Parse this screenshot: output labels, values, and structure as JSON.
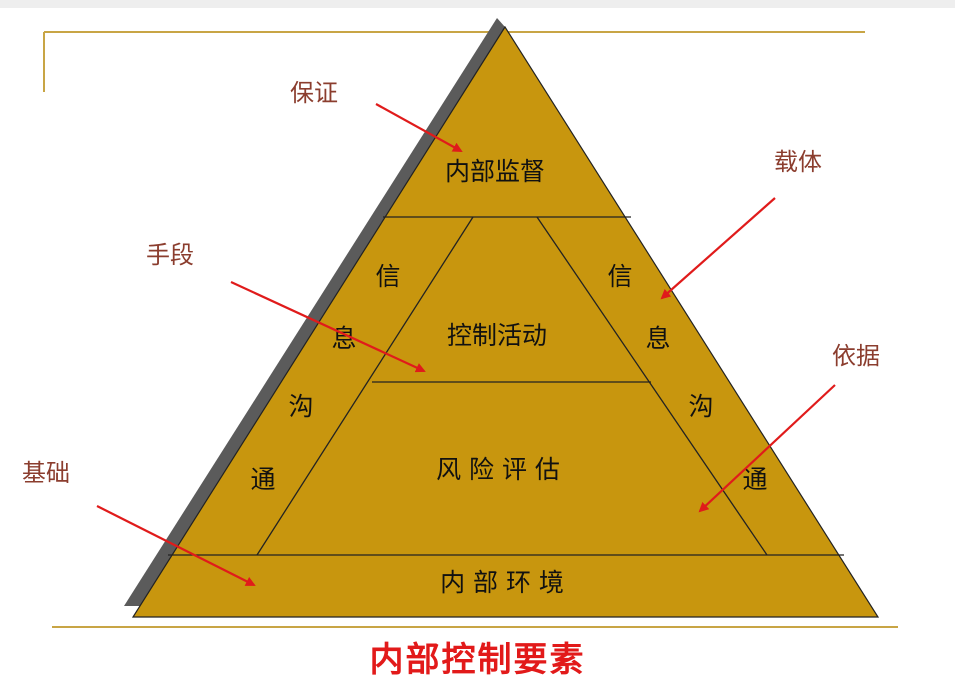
{
  "diagram": {
    "apex_label": "内部监督",
    "center_label": "控制活动",
    "middle_label": "风 险 评 估",
    "base_label": "内 部 环 境",
    "side_left": [
      "信",
      "息",
      "沟",
      "通"
    ],
    "side_right": [
      "信",
      "息",
      "沟",
      "通"
    ]
  },
  "annotations": {
    "guarantee": "保证",
    "means": "手段",
    "carrier": "载体",
    "basis": "依据",
    "foundation": "基础"
  },
  "caption": "内部控制要素",
  "colors": {
    "pyramid_fill": "#c8960e",
    "shadow": "#5b5b5b",
    "arrow": "#e01b1b",
    "label": "#8b3d2e",
    "title": "#e21a1a",
    "rule": "#c8a545"
  }
}
